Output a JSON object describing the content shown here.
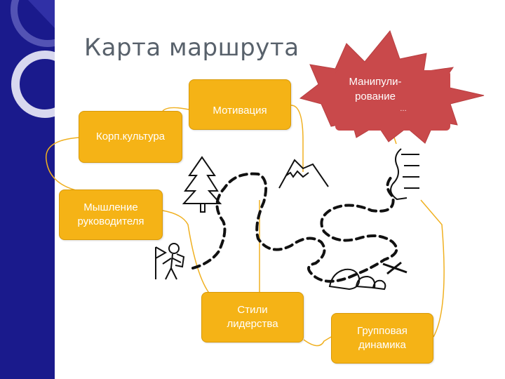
{
  "title": "Карта маршрута",
  "boxes": {
    "motivation": "Мотивация",
    "corp_culture": "Корп.культура",
    "thinking": "Мышление\nруководителя",
    "styles": "Стили\nлидерства",
    "group": "Групповая\nдинамика"
  },
  "burst": {
    "label": "Манипули-\nрование",
    "hidden_fragment": "…"
  },
  "colors": {
    "band": "#1a1a8c",
    "box": "#f5b316",
    "burst": "#c9494b",
    "connector": "#f0b020"
  }
}
